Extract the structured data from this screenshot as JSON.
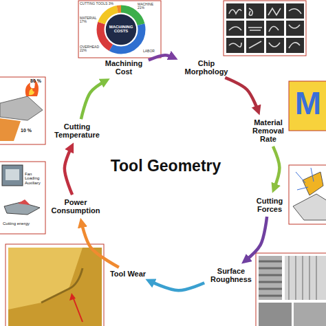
{
  "diagram": {
    "title": "Tool Geometry",
    "nodes": [
      {
        "text": [
          "Machining Cost"
        ]
      },
      {
        "text": [
          "Chip Morphology"
        ]
      },
      {
        "text": [
          "Material Removal Rate"
        ]
      },
      {
        "text": [
          "Cutting Forces"
        ]
      },
      {
        "text": [
          "Surface Roughness"
        ]
      },
      {
        "text": [
          "Tool Wear"
        ]
      },
      {
        "text": [
          "Power Consumption"
        ]
      },
      {
        "text": [
          "Cutting Temperature"
        ]
      }
    ],
    "edges": [
      {
        "from": 0,
        "to": 1,
        "arrow": "to"
      },
      {
        "from": 1,
        "to": 2,
        "arrow": "to"
      },
      {
        "from": 2,
        "to": 3,
        "arrow": "to"
      },
      {
        "from": 3,
        "to": 4,
        "arrow": "to"
      },
      {
        "from": 4,
        "to": 5,
        "arrow": "to"
      },
      {
        "from": 5,
        "to": 6,
        "arrow": "to"
      },
      {
        "from": 6,
        "to": 7,
        "arrow": "to"
      },
      {
        "from": 7,
        "to": 0,
        "arrow": "to"
      }
    ],
    "labels": [
      "MACHINING COSTS",
      "CUTTING TOOLS 3%",
      "MACHINE 21%",
      "MATERIAL 17%",
      "OVERHEAD 22%",
      "LABOR",
      "80 %",
      "10 %",
      "Fan Loading Auxiliary",
      "Cutting energy",
      "M"
    ]
  }
}
